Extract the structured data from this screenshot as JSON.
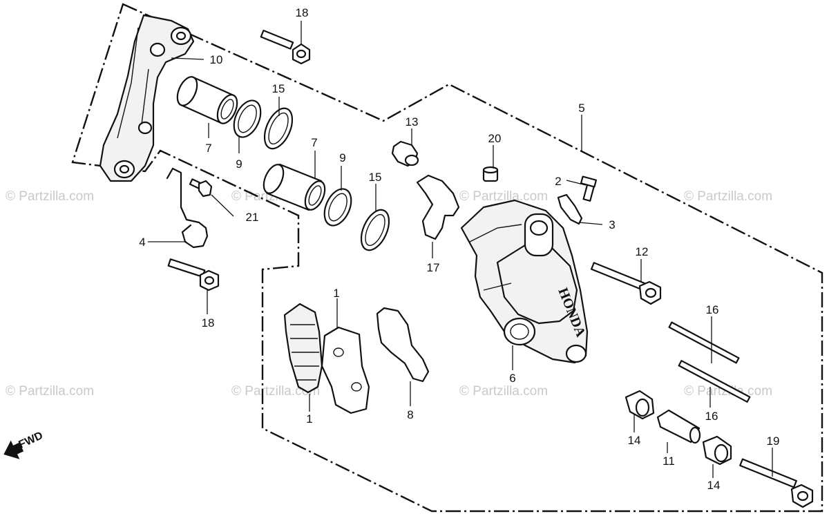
{
  "watermark": "© Partzilla.com",
  "direction_label": "FWD",
  "caliper_brand": "HONDA",
  "callouts": {
    "c1a": "1",
    "c1b": "1",
    "c2": "2",
    "c3": "3",
    "c4": "4",
    "c5": "5",
    "c6": "6",
    "c7a": "7",
    "c7b": "7",
    "c8": "8",
    "c9a": "9",
    "c9b": "9",
    "c10": "10",
    "c11": "11",
    "c12": "12",
    "c13": "13",
    "c14a": "14",
    "c14b": "14",
    "c15a": "15",
    "c15b": "15",
    "c16a": "16",
    "c16b": "16",
    "c17": "17",
    "c18a": "18",
    "c18b": "18",
    "c19": "19",
    "c20": "20",
    "c21": "21"
  }
}
